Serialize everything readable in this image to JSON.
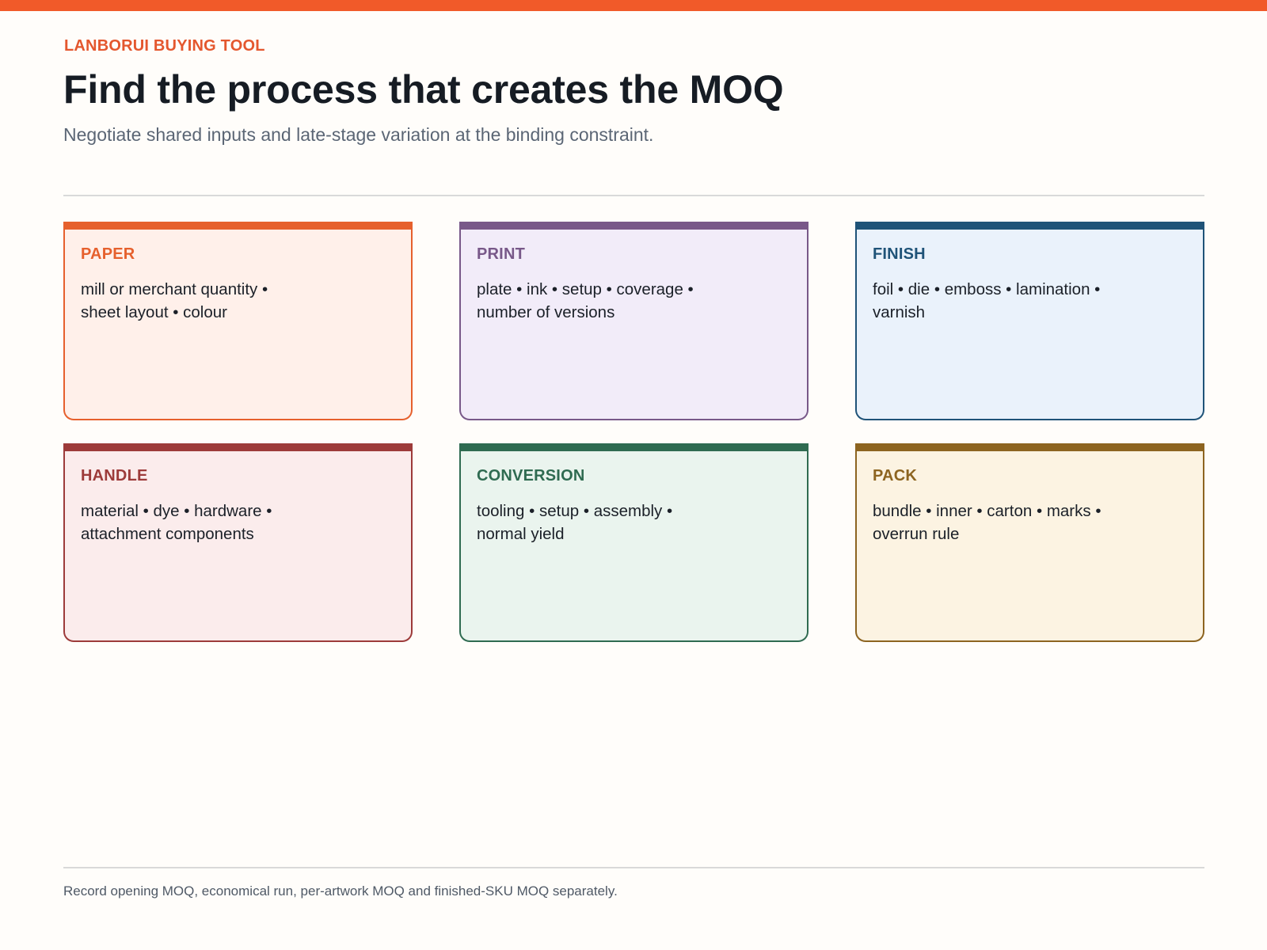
{
  "header": {
    "eyebrow": "LANBORUI BUYING TOOL",
    "title": "Find the process that creates the MOQ",
    "subtitle": "Negotiate shared inputs and late-stage variation at the binding constraint."
  },
  "cards": [
    {
      "label": "PAPER",
      "text": "mill or merchant quantity • sheet layout • colour",
      "accent": "#e6602d",
      "background": "#fff0ea"
    },
    {
      "label": "PRINT",
      "text": "plate • ink • setup • coverage • number of versions",
      "accent": "#785889",
      "background": "#f2ecf9"
    },
    {
      "label": "FINISH",
      "text": "foil • die • emboss • lamination • varnish",
      "accent": "#1f5378",
      "background": "#eaf2fb"
    },
    {
      "label": "HANDLE",
      "text": "material • dye • hardware • attachment components",
      "accent": "#9d3b3a",
      "background": "#fbecec"
    },
    {
      "label": "CONVERSION",
      "text": "tooling • setup • assembly • normal yield",
      "accent": "#2f6b51",
      "background": "#eaf4ee"
    },
    {
      "label": "PACK",
      "text": "bundle • inner • carton • marks • overrun rule",
      "accent": "#8d6420",
      "background": "#fcf3e2"
    }
  ],
  "footer": {
    "note": "Record opening MOQ, economical run, per-artwork MOQ and finished-SKU MOQ separately."
  },
  "colors": {
    "brand": "#f15a29",
    "eyebrow": "#e4572e"
  }
}
